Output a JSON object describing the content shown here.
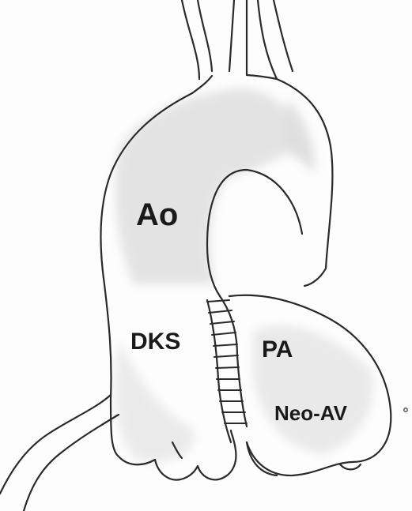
{
  "labels": {
    "ao": "Ao",
    "dks": "DKS",
    "pa": "PA",
    "neo_av": "Neo-AV"
  },
  "colors": {
    "outline": "#2a2a2a",
    "shading": "#d6d6d6",
    "background": "#fdfdfd"
  }
}
